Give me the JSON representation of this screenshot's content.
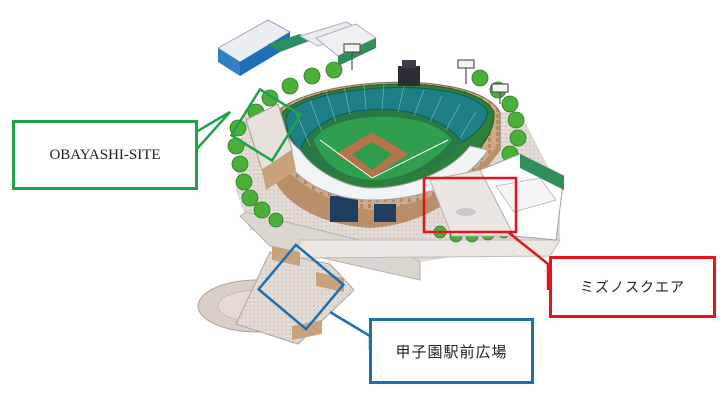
{
  "callouts": {
    "obayashi": {
      "label": "OBAYASHI-SITE",
      "color": "#1fa34a"
    },
    "mizuno": {
      "label": "ミズノスクエア",
      "color": "#e8121b"
    },
    "plaza": {
      "label": "甲子園駅前広場",
      "color": "#1d6fb0"
    }
  },
  "palette": {
    "field_green": "#2f9e4f",
    "dirt": "#b5744a",
    "stands_teal": "#1e7f86",
    "wall_brick": "#c9a27c",
    "trees": "#4caf3a",
    "pavement": "#d9d4cf"
  }
}
